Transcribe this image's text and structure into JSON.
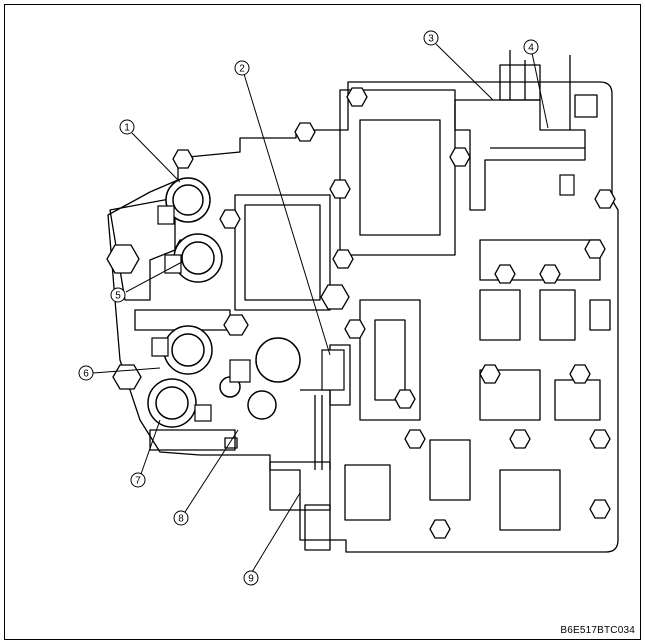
{
  "figure_code": "B6E517BTC034",
  "callouts": [
    {
      "label": "1"
    },
    {
      "label": "2"
    },
    {
      "label": "3"
    },
    {
      "label": "4"
    },
    {
      "label": "5"
    },
    {
      "label": "6"
    },
    {
      "label": "7"
    },
    {
      "label": "8"
    },
    {
      "label": "9"
    }
  ],
  "colors": {
    "ink": "#000000",
    "paper": "#ffffff"
  }
}
